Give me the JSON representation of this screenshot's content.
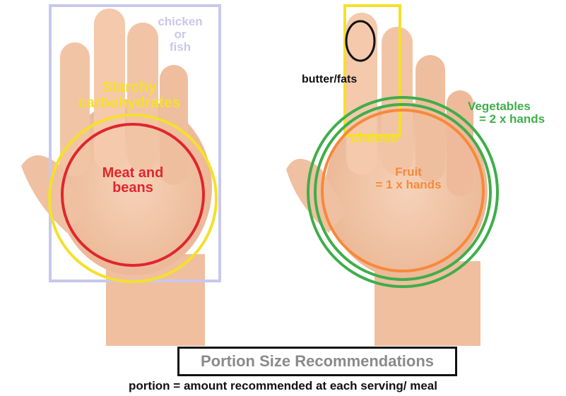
{
  "title": "Portion Size Recommendations",
  "caption": "portion = amount recommended at each serving/ meal",
  "labels": {
    "chicken_fish": [
      "chicken",
      "or",
      "fish"
    ],
    "starchy": [
      "Starchy",
      "carbohydrates"
    ],
    "meat_beans": [
      "Meat and",
      "beans"
    ],
    "butter_fats": "butter/fats",
    "cheese": "cheese",
    "fruit": [
      "Fruit",
      "= 1 x hands"
    ],
    "vegetables": [
      "Vegetables",
      "= 2 x hands"
    ]
  },
  "colors": {
    "chicken_fish": "#c8c8ec",
    "starchy": "#f5e02a",
    "meat_beans": "#e0262c",
    "butter_fats": "#111111",
    "cheese": "#f5e02a",
    "fruit": "#f7893a",
    "vegetables": "#3fae4a",
    "skin": "#f2c4a6",
    "skin_shadow": "#e4a885"
  }
}
